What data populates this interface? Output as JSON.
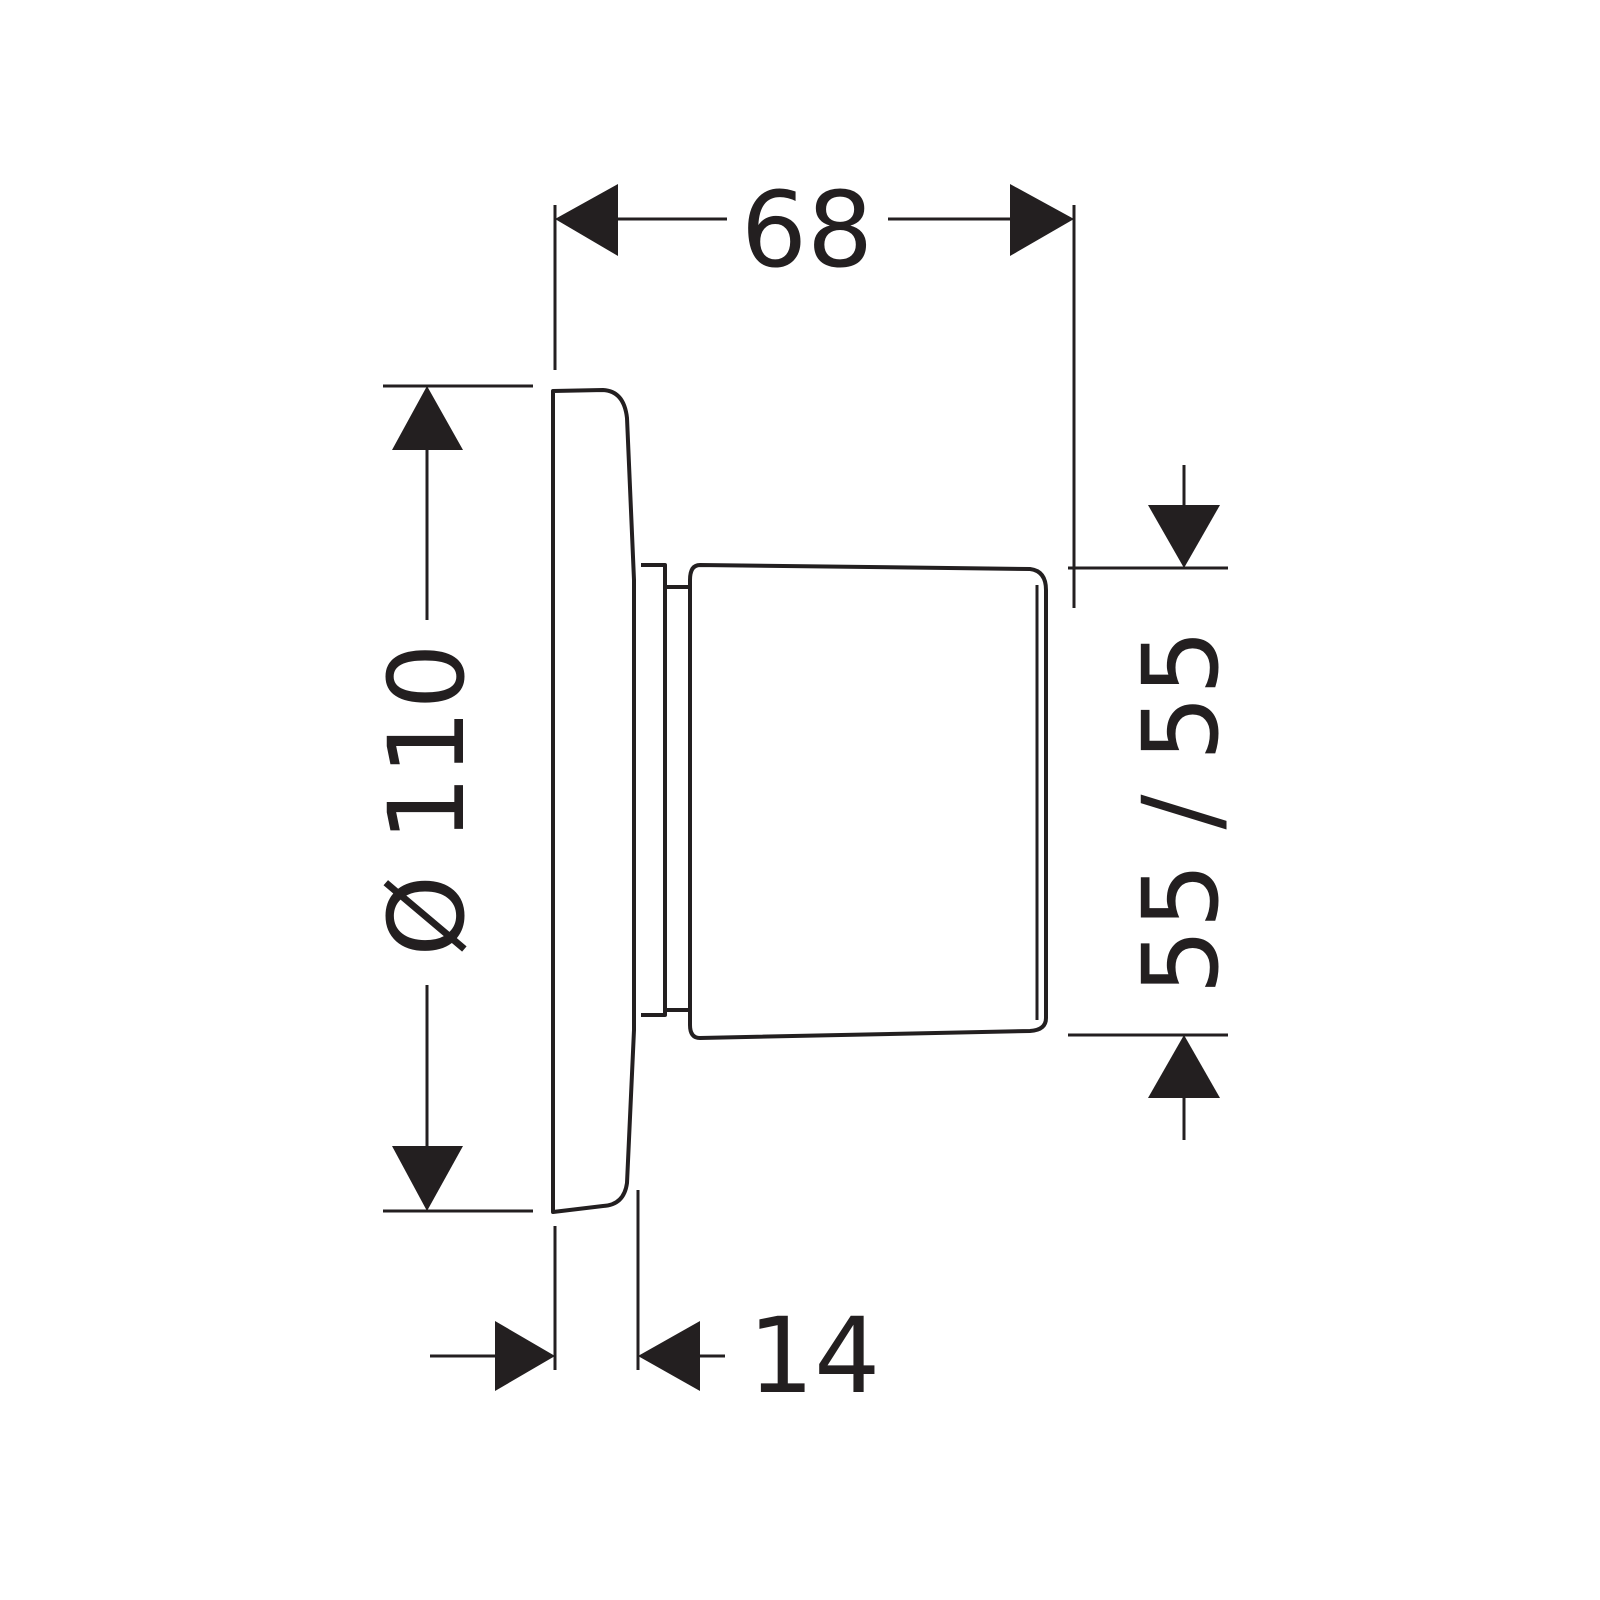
{
  "dimensions": {
    "overall_depth": "68",
    "plate_diameter": "Ø 110",
    "plate_thickness": "14",
    "handle_size": "55 / 55"
  },
  "colors": {
    "line": "#231f20",
    "background": "#ffffff"
  }
}
